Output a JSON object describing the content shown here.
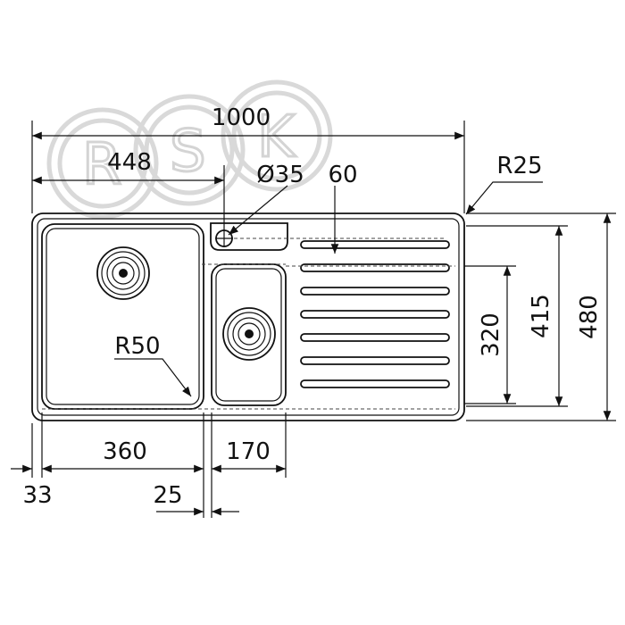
{
  "watermark": {
    "letters": [
      "R",
      "S",
      "K"
    ]
  },
  "dimensions": {
    "overall_width": "1000",
    "left_bowl_offset": "448",
    "tap_hole": "Ø35",
    "tap_offset": "60",
    "corner_radius": "R25",
    "bowl_radius": "R50",
    "left_bowl_width": "360",
    "small_bowl_width": "170",
    "left_margin": "33",
    "bowl_gap": "25",
    "bowl_depth_small": "320",
    "bowl_depth": "415",
    "overall_depth": "480"
  },
  "colors": {
    "line": "#111111",
    "watermark": "#d9d9d9"
  }
}
